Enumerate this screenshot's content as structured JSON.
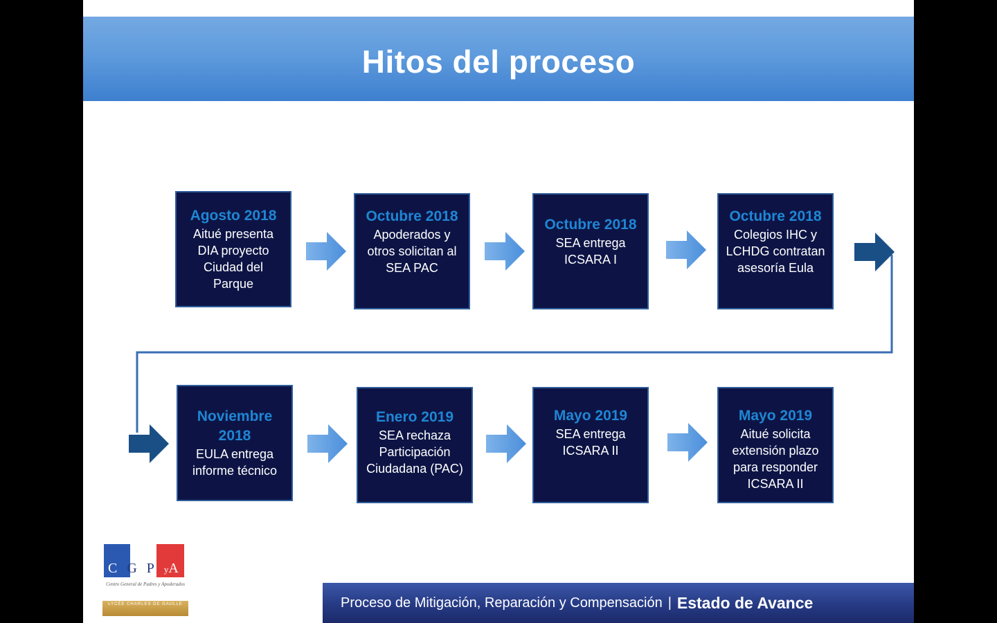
{
  "slide": {
    "title": "Hitos del proceso"
  },
  "milestones": [
    {
      "date": "Agosto 2018",
      "desc": "Aitué presenta DIA proyecto Ciudad del Parque"
    },
    {
      "date": "Octubre 2018",
      "desc": "Apoderados y otros solicitan al SEA PAC"
    },
    {
      "date": "Octubre 2018",
      "desc": "SEA entrega ICSARA I"
    },
    {
      "date": "Octubre 2018",
      "desc": "Colegios IHC y LCHDG contratan asesoría Eula"
    },
    {
      "date": "Noviembre 2018",
      "desc": "EULA entrega informe técnico"
    },
    {
      "date": "Enero 2019",
      "desc": "SEA rechaza Participación Ciudadana (PAC)"
    },
    {
      "date": "Mayo 2019",
      "desc": "SEA entrega ICSARA II"
    },
    {
      "date": "Mayo 2019",
      "desc": "Aitué solicita extensión plazo para responder ICSARA II"
    }
  ],
  "footer": {
    "text": "Proceso de Mitigación, Reparación y Compensación",
    "separator": "|",
    "strong": "Estado de Avance"
  },
  "logo": {
    "letter_c": "C",
    "letter_g": "G",
    "letter_p": "P",
    "letter_y": "y",
    "letter_a": "A",
    "subtitle": "Centro General de Padres y Apoderados",
    "school": "LYCÉE CHARLES DE GAULLE"
  },
  "colors": {
    "box_fill": "#0d1445",
    "date_text": "#1f86d4",
    "arrow_light": "#5b9bdf",
    "arrow_dark": "#1a4f86"
  }
}
